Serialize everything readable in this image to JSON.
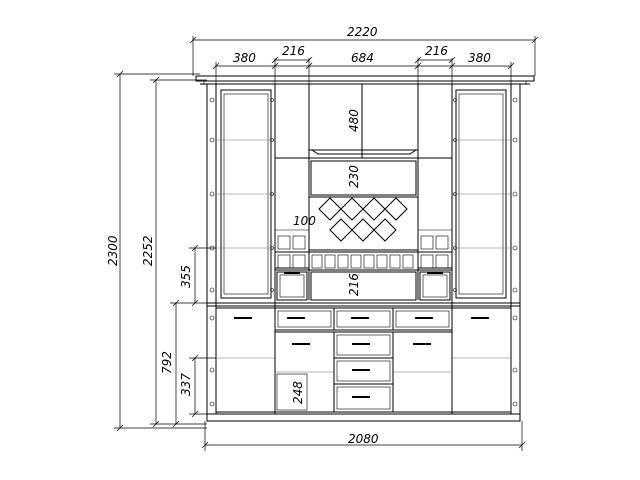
{
  "dimensions": {
    "total_width_top": "2220",
    "left_case_width": "380",
    "left_side_width": "216",
    "center_width": "684",
    "right_side_width": "216",
    "right_case_width": "380",
    "top_cabinet_height": "480",
    "middle_cabinet_height": "230",
    "shelf_height": "100",
    "drawer_niche_height": "216",
    "total_height": "2300",
    "case_height": "2252",
    "side_niche_height": "355",
    "base_height": "792",
    "bottom_niche_height": "337",
    "small_drawer_height": "248",
    "total_width_bottom": "2080"
  }
}
